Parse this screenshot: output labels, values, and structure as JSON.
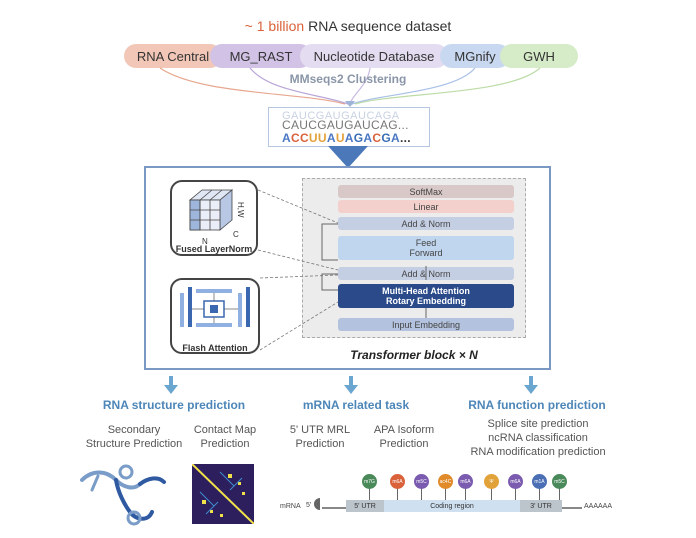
{
  "header": {
    "title_prefix": "~ 1 billion",
    "title_suffix": " RNA sequence dataset",
    "sources": [
      "RNA Central",
      "MG_RAST",
      "Nucleotide Database",
      "MGnify",
      "GWH"
    ],
    "cluster_label": "MMseqs2 Clustering"
  },
  "sequences": {
    "line1": "GAUCGAUGAUCAGA",
    "line2": "CAUCGAUGAUCAG...",
    "line3": "ACCUUAUAGACGA..."
  },
  "ops": {
    "layernorm_axis_hw": "H,W",
    "layernorm_axis_c": "C",
    "layernorm_axis_n": "N",
    "layernorm_label": "Fused LayerNorm",
    "attention_label": "Flash Attention"
  },
  "transformer": {
    "layers": [
      "SoftMax",
      "Linear",
      "Add & Norm",
      "Feed\nForward",
      "Add & Norm",
      "Multi-Head Attention\nRotary Embedding",
      "Input Embedding"
    ],
    "block_label": "Transformer block × N"
  },
  "tasks": {
    "structure": {
      "heading": "RNA structure prediction",
      "items": [
        "Secondary\nStructure Prediction",
        "Contact Map\nPrediction"
      ]
    },
    "mrna": {
      "heading": "mRNA related task",
      "items": [
        "5' UTR MRL\nPrediction",
        "APA Isoform\nPrediction"
      ]
    },
    "function": {
      "heading": "RNA function prediction",
      "items": [
        "Splice site prediction",
        "ncRNA classification",
        "RNA modification prediction"
      ]
    }
  },
  "mrna_diagram": {
    "left_label": "mRNA",
    "cap_label": "5'",
    "segments": [
      "5' UTR",
      "Coding region",
      "3' UTR"
    ],
    "tail": "AAAAAA",
    "mods": [
      "m7G",
      "m6A",
      "m5C",
      "ac4C",
      "m6A",
      "Ψ",
      "m6A",
      "m1A",
      "m5C"
    ]
  },
  "colors": {
    "accent_orange": "#d9623b",
    "section_blue": "#4d86b8",
    "frame_blue": "#7b97c4",
    "attention_dark": "#2a4a8a"
  }
}
